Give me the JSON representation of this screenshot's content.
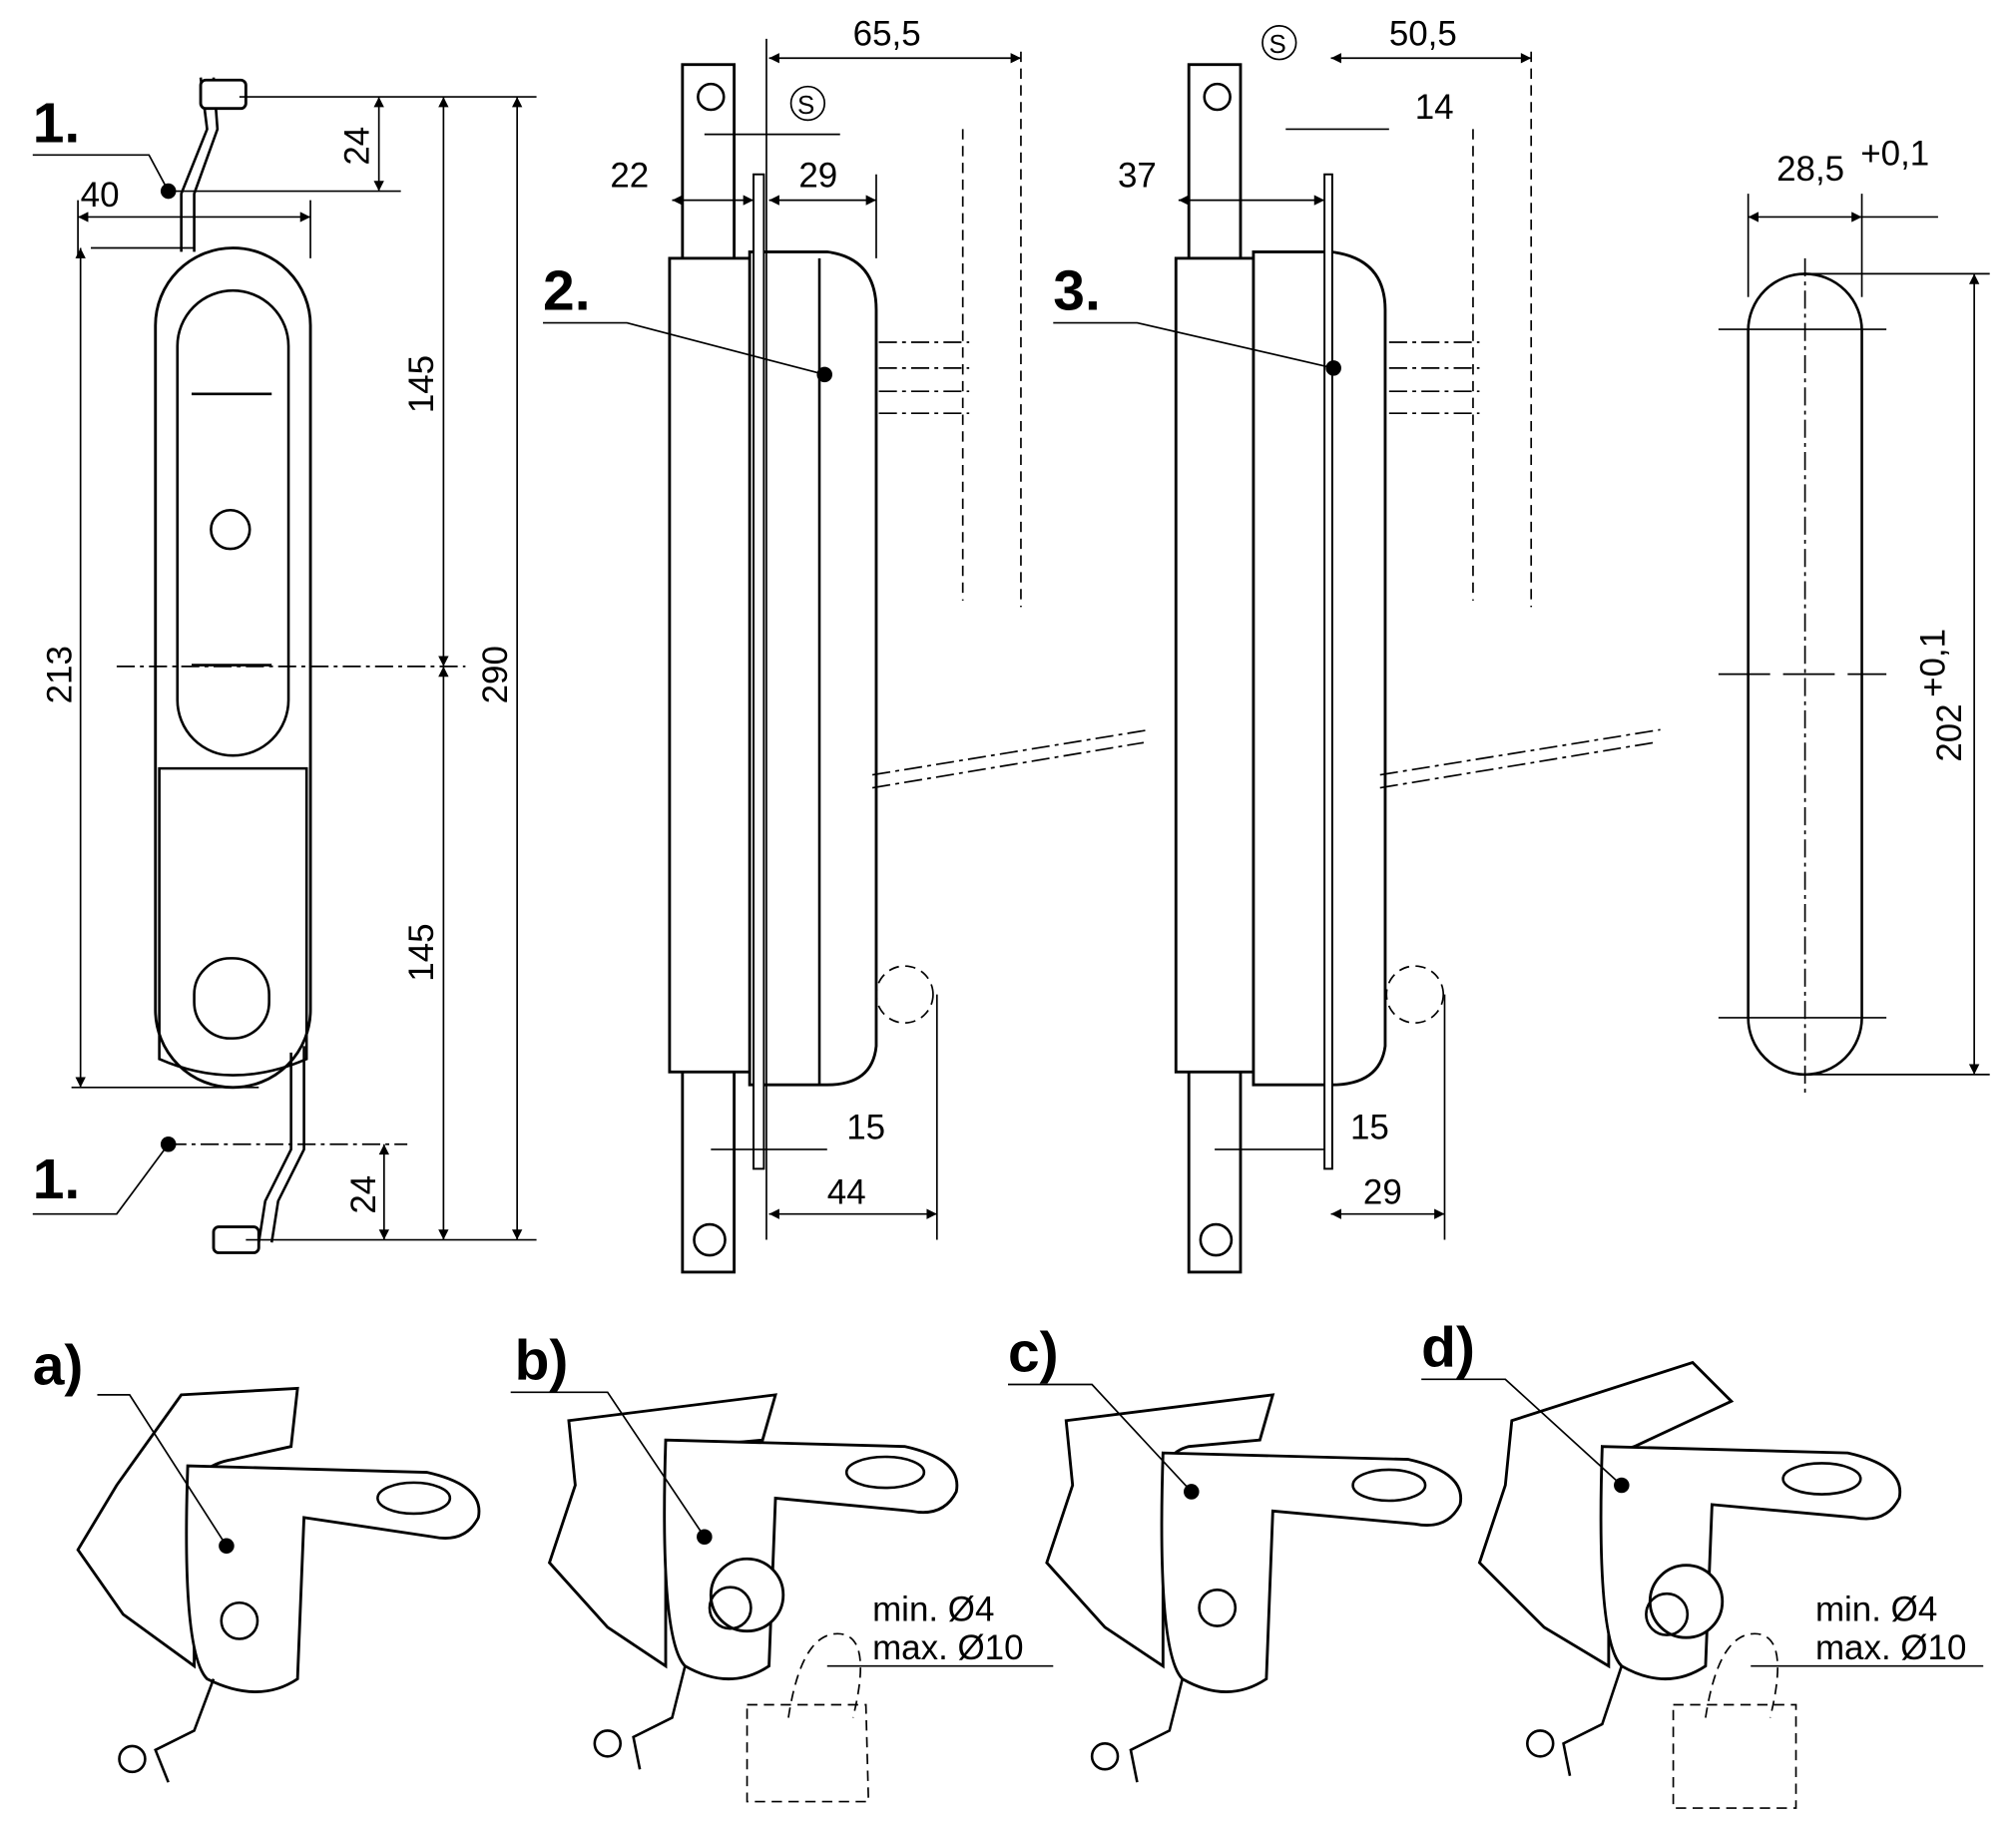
{
  "callouts": {
    "one_top": "1.",
    "one_bottom": "1.",
    "two": "2.",
    "three": "3.",
    "a": "a)",
    "b": "b)",
    "c": "c)",
    "d": "d)"
  },
  "view1": {
    "d24_top": "24",
    "d40": "40",
    "d213": "213",
    "d145_top": "145",
    "d145_bottom": "145",
    "d290": "290",
    "d24_bottom": "24"
  },
  "view2": {
    "d65_5": "65,5",
    "s_symbol": "S",
    "d22": "22",
    "d29": "29",
    "d15": "15",
    "d44": "44"
  },
  "view3": {
    "s_symbol": "S",
    "d50_5": "50,5",
    "d14": "14",
    "d37": "37",
    "d15": "15",
    "d29": "29"
  },
  "cutout": {
    "width": "28,5",
    "width_tol": "+0,1",
    "height": "202",
    "height_tol": "+0,1"
  },
  "padlock_b": {
    "min": "min. Ø4",
    "max": "max. Ø10"
  },
  "padlock_d": {
    "min": "min. Ø4",
    "max": "max. Ø10"
  }
}
